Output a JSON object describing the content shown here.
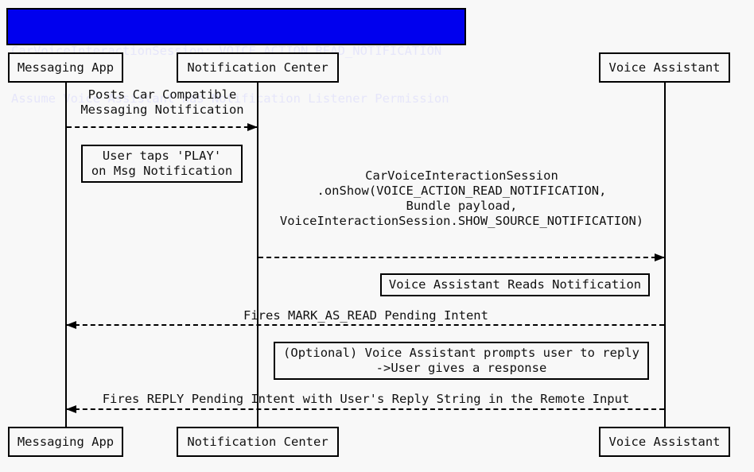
{
  "title": {
    "line1": "CarVoiceInteractionSession: VOICE_ACTION_READ_NOTIFICATION",
    "line2": "Assume Voice Assistant has Notification Listener Permission"
  },
  "participants": {
    "messaging_app": "Messaging App",
    "notification_center": "Notification Center",
    "voice_assistant": "Voice Assistant"
  },
  "messages": {
    "post_notification": {
      "label": "Posts Car Compatible\nMessaging Notification",
      "from": "Messaging App",
      "to": "Notification Center",
      "direction": "right"
    },
    "on_show": {
      "label": "CarVoiceInteractionSession\n.onShow(VOICE_ACTION_READ_NOTIFICATION,\nBundle payload,\nVoiceInteractionSession.SHOW_SOURCE_NOTIFICATION)",
      "from": "Notification Center",
      "to": "Voice Assistant",
      "direction": "right"
    },
    "mark_as_read": {
      "label": "Fires MARK_AS_READ Pending Intent",
      "from": "Voice Assistant",
      "to": "Messaging App",
      "direction": "left"
    },
    "reply": {
      "label": "Fires REPLY Pending Intent with User's Reply String in the Remote Input",
      "from": "Voice Assistant",
      "to": "Messaging App",
      "direction": "left"
    }
  },
  "notes": {
    "user_taps_play": "User taps 'PLAY'\non Msg Notification",
    "va_reads": "Voice Assistant Reads Notification",
    "optional_reply": "(Optional) Voice Assistant prompts user to reply\n->User gives a response"
  },
  "colors": {
    "background": "#F8F8F8",
    "title_bg": "#0000EE",
    "title_text": "#E6E6FA",
    "line": "#000000"
  }
}
